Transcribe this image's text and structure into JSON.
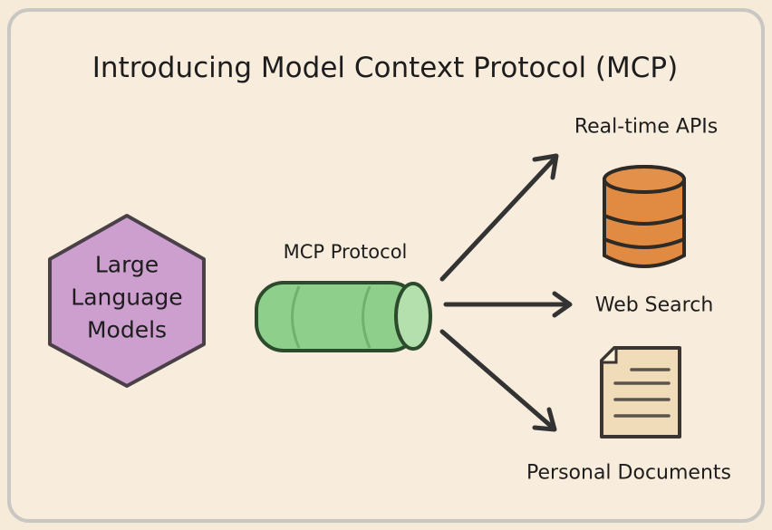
{
  "title": "Introducing Model Context Protocol (MCP)",
  "llm": {
    "lines": [
      "Large",
      "Language",
      "Models"
    ],
    "color": "#cc9fcf"
  },
  "protocol": {
    "label": "MCP Protocol",
    "color": "#8fcf8c"
  },
  "targets": [
    {
      "label": "Real-time APIs",
      "icon": "database-icon",
      "color": "#e08b41"
    },
    {
      "label": "Web Search"
    },
    {
      "label": "Personal Documents",
      "icon": "document-icon",
      "color": "#f0dcb8"
    }
  ]
}
